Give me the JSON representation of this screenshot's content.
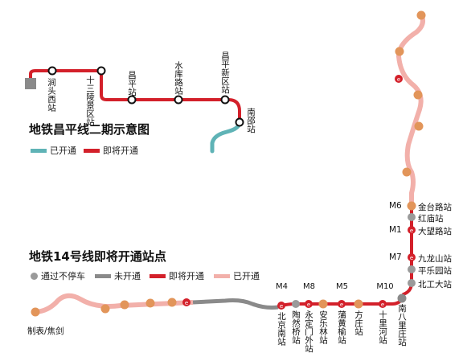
{
  "changping": {
    "title": "地铁昌平线二期示意图",
    "legend": [
      {
        "label": "已开通",
        "color": "#5fb3b6"
      },
      {
        "label": "即将开通",
        "color": "#d3202a"
      }
    ],
    "stations": [
      "涧头西站",
      "十三陵景区站",
      "昌平站",
      "水库路站",
      "昌平新区站",
      "南邵站"
    ]
  },
  "line14": {
    "title": "地铁14号线即将开通站点",
    "legend": [
      {
        "label": "通过不停车",
        "color": "#9a9a9a"
      },
      {
        "label": "未开通",
        "color": "#8a8a8a"
      },
      {
        "label": "即将开通",
        "color": "#d3202a"
      },
      {
        "label": "已开通",
        "color": "#f2b0aa"
      }
    ],
    "right_stations": [
      {
        "code": "M6",
        "name": "金台路站"
      },
      {
        "code": "",
        "name": "红庙站"
      },
      {
        "code": "M1",
        "name": "大望路站"
      },
      {
        "code": "M7",
        "name": "九龙山站"
      },
      {
        "code": "",
        "name": "平乐园站"
      },
      {
        "code": "",
        "name": "北工大站"
      }
    ],
    "bottom_stations": [
      {
        "code": "M4",
        "name": "北京南站"
      },
      {
        "code": "",
        "name": "陶然桥站"
      },
      {
        "code": "M8",
        "name": "永定门外站"
      },
      {
        "code": "",
        "name": "安乐林站"
      },
      {
        "code": "M5",
        "name": "蒲黄榆站"
      },
      {
        "code": "",
        "name": "方庄站"
      },
      {
        "code": "M10",
        "name": "十里河站"
      },
      {
        "code": "",
        "name": "南八里庄站"
      }
    ],
    "terminal": "制表/焦剑"
  },
  "colors": {
    "red": "#d3202a",
    "teal": "#5fb3b6",
    "pink": "#f2b0aa",
    "gray": "#8a8a8a",
    "orange": "#e2955a"
  },
  "icons": [
    "subway-logo-icon"
  ]
}
